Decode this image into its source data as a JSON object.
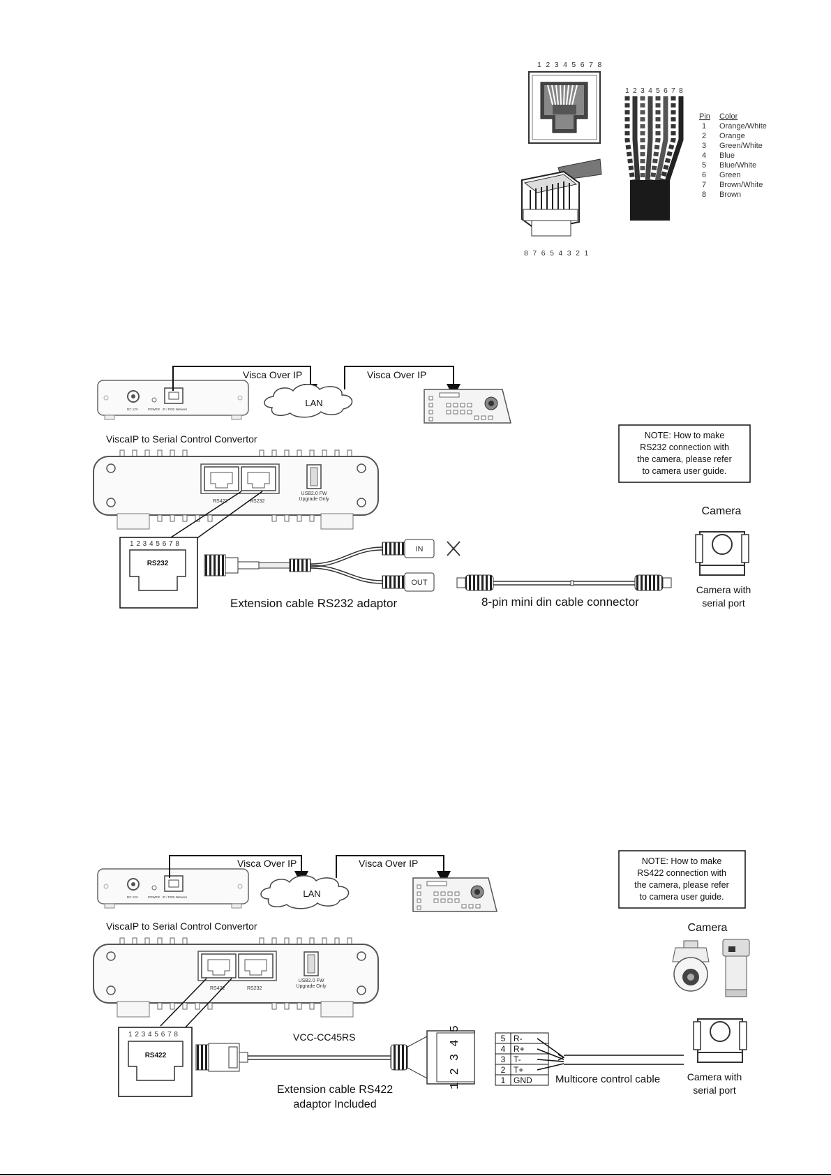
{
  "pinout": {
    "jack_pin_numbers": "1 2 3 4 5 6 7 8",
    "plug_pin_numbers": "8 7 6 5 4 3 2 1",
    "wire_pin_numbers": [
      "1",
      "2",
      "3",
      "4",
      "5",
      "6",
      "7",
      "8"
    ],
    "table_header_pin": "Pin",
    "table_header_color": "Color",
    "rows": [
      {
        "pin": "1",
        "color": "Orange/White"
      },
      {
        "pin": "2",
        "color": "Orange"
      },
      {
        "pin": "3",
        "color": "Green/White"
      },
      {
        "pin": "4",
        "color": "Blue"
      },
      {
        "pin": "5",
        "color": "Blue/White"
      },
      {
        "pin": "6",
        "color": "Green"
      },
      {
        "pin": "7",
        "color": "Brown/White"
      },
      {
        "pin": "8",
        "color": "Brown"
      }
    ]
  },
  "rs232_diagram": {
    "visca_left": "Visca Over IP",
    "visca_right": "Visca Over IP",
    "lan": "LAN",
    "device_title": "ViscaIP to Serial Control Convertor",
    "port_rs422": "RS422",
    "port_rs232": "RS232",
    "usb_line1": "USB2.0 FW",
    "usb_line2": "Upgrade Only",
    "small_port_label": "IP / POE Network",
    "small_power_label": "POWER",
    "small_dc_label": "DC 12V",
    "pin_numbers": "1 2 3 4 5 6 7 8",
    "jack_label": "RS232",
    "in_label": "IN",
    "out_label": "OUT",
    "note": [
      "NOTE: How to make",
      "RS232 connection with",
      "the camera, please refer",
      "to camera user guide."
    ],
    "camera_title": "Camera",
    "camera_caption": [
      "Camera with",
      "serial port"
    ],
    "adaptor_caption": "Extension cable RS232 adaptor",
    "din_caption": "8-pin mini din cable connector"
  },
  "rs422_diagram": {
    "visca_left": "Visca Over IP",
    "visca_right": "Visca Over IP",
    "lan": "LAN",
    "device_title": "ViscaIP to Serial Control Convertor",
    "port_rs422": "RS422",
    "port_rs232": "RS232",
    "usb_line1": "USB2.0 FW",
    "usb_line2": "Upgrade Only",
    "small_port_label": "IP / POE Network",
    "small_power_label": "POWER",
    "small_dc_label": "DC 12V",
    "pin_numbers": "1 2 3 4 5 6 7 8",
    "jack_label": "RS422",
    "cable_model": "VCC-CC45RS",
    "terminal_digits": "1 2 3 4 5",
    "terminal_rows": [
      {
        "num": "5",
        "signal": "R-"
      },
      {
        "num": "4",
        "signal": "R+"
      },
      {
        "num": "3",
        "signal": "T-"
      },
      {
        "num": "2",
        "signal": "T+"
      },
      {
        "num": "1",
        "signal": "GND"
      }
    ],
    "note": [
      "NOTE: How to make",
      "RS422 connection with",
      "the camera, please refer",
      "to camera user guide."
    ],
    "camera_title": "Camera",
    "camera_caption": [
      "Camera with",
      "serial port"
    ],
    "adaptor_caption": [
      "Extension cable RS422",
      "adaptor Included"
    ],
    "multicore_caption": "Multicore control cable"
  }
}
